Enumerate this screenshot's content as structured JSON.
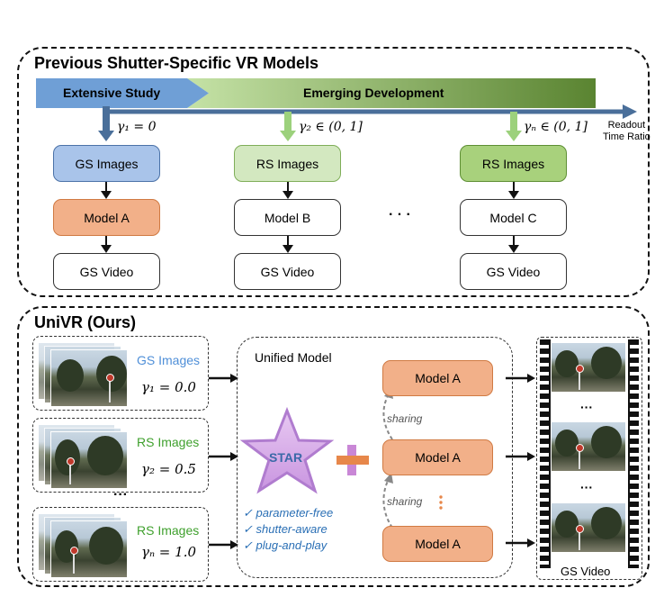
{
  "top_panel": {
    "title": "Previous Shutter-Specific VR Models",
    "timeline": {
      "left_label": "Extensive Study",
      "right_label": "Emerging Development",
      "axis_label_line1": "Readout",
      "axis_label_line2": "Time Ratio",
      "colors": {
        "blue": "#6f9fd6",
        "green_light": "#b9db96",
        "green_dark": "#5f8b34"
      }
    },
    "columns": [
      {
        "gamma": "γ₁ = 0",
        "input": "GS Images",
        "model": "Model A",
        "output": "GS Video"
      },
      {
        "gamma": "γ₂ ∈ (0, 1]",
        "input": "RS Images",
        "model": "Model B",
        "output": "GS Video"
      },
      {
        "gamma": "γₙ ∈ (0, 1]",
        "input": "RS Images",
        "model": "Model C",
        "output": "GS Video"
      }
    ],
    "ellipsis": "· · ·"
  },
  "bottom_panel": {
    "title": "UniVR (Ours)",
    "inputs": [
      {
        "label": "GS Images",
        "gamma": "γ₁ = 0.0",
        "color": "#4f8fd8"
      },
      {
        "label": "RS Images",
        "gamma": "γ₂ = 0.5",
        "color": "#3fa02d"
      },
      {
        "label": "RS Images",
        "gamma": "γₙ = 1.0",
        "color": "#3fa02d"
      }
    ],
    "ellipsis": "···",
    "unified_model_label": "Unified Model",
    "star_label": "STAR",
    "features": [
      "parameter-free",
      "shutter-aware",
      "plug-and-play"
    ],
    "models": [
      "Model A",
      "Model A",
      "Model A"
    ],
    "sharing_label": "sharing",
    "output_label": "GS Video",
    "film_ellipsis": "···"
  }
}
